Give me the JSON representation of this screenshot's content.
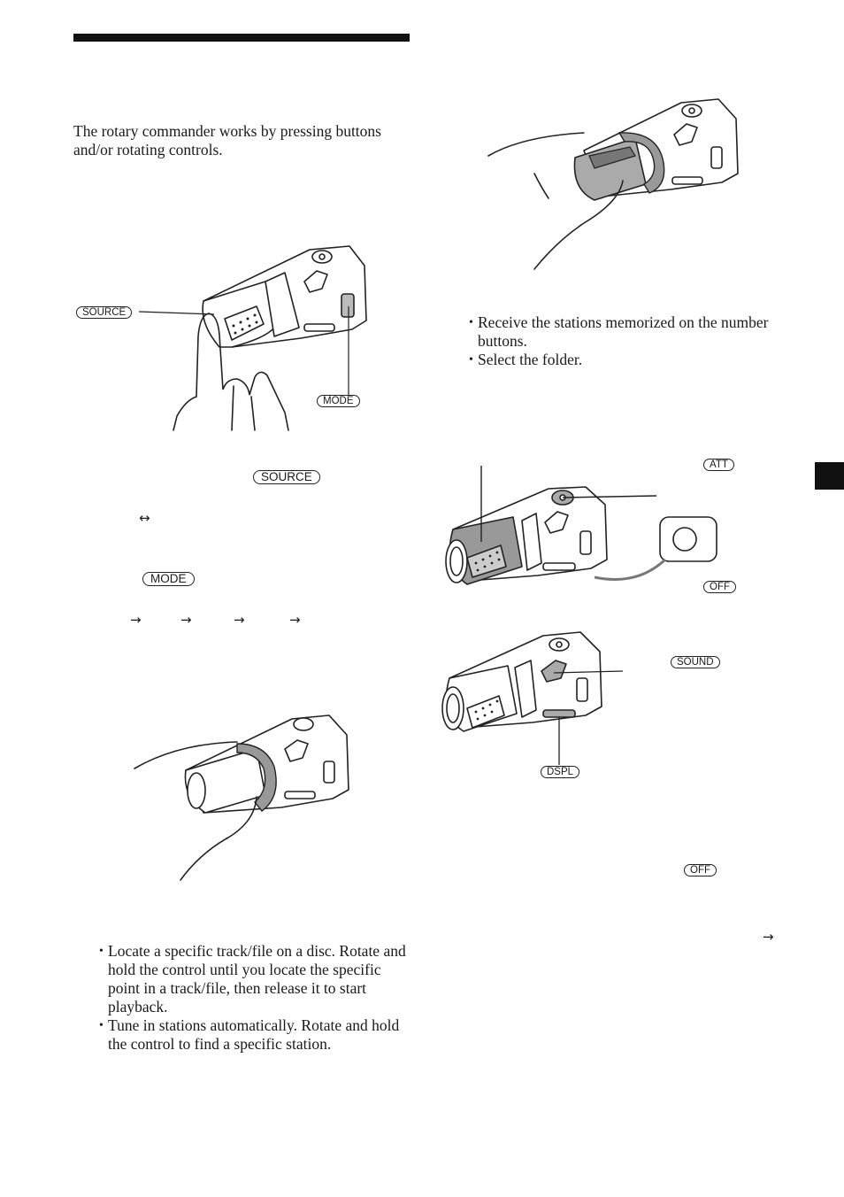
{
  "intro": "The rotary commander works by pressing buttons and/or rotating controls.",
  "labels": {
    "source": "SOURCE",
    "mode": "MODE",
    "att": "ATT",
    "off": "OFF",
    "sound": "SOUND",
    "dspl": "DSPL"
  },
  "arrows": {
    "double": "↔",
    "right": "→"
  },
  "seek_bullets": [
    "Locate a specific track/file on a disc. Rotate and hold the control until you locate the specific point in a track/file, then release it to start playback.",
    "Tune in stations automatically. Rotate and hold the control to find a specific station."
  ],
  "preset_bullets": [
    "Receive the stations memorized on the number buttons.",
    "Select the folder."
  ]
}
